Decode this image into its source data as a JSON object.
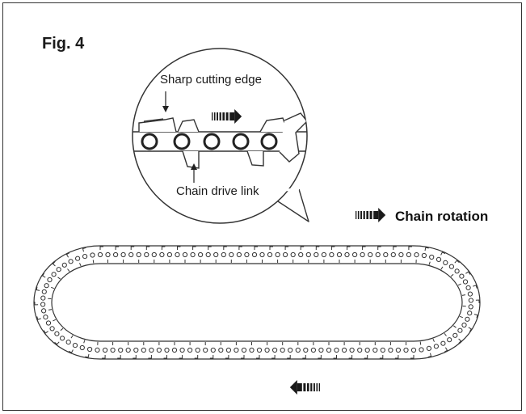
{
  "figure": {
    "title": "Fig. 4",
    "labels": {
      "sharp_cutting_edge": "Sharp cutting edge",
      "chain_drive_link": "Chain drive link",
      "chain_rotation": "Chain rotation"
    }
  },
  "colors": {
    "line": "#333333",
    "text": "#1a1a1a",
    "fill": "#ffffff"
  },
  "icons": [
    "rotation-arrow-icon",
    "pointer-arrow-icon"
  ]
}
